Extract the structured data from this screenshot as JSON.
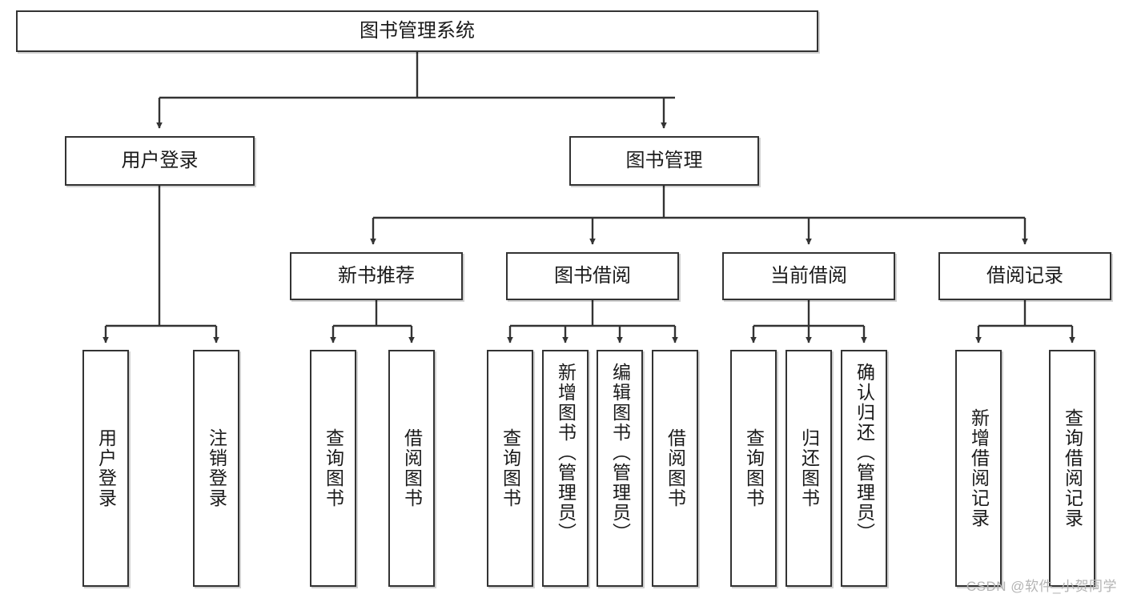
{
  "diagram": {
    "title": "图书管理系统",
    "type": "tree-hierarchy",
    "stroke_color": "#333333",
    "background_color": "#ffffff",
    "text_color": "#1a1a1a"
  },
  "root": {
    "label": "图书管理系统"
  },
  "level2": [
    {
      "label": "用户登录"
    },
    {
      "label": "图书管理"
    }
  ],
  "level3": [
    {
      "label": "新书推荐"
    },
    {
      "label": "图书借阅"
    },
    {
      "label": "当前借阅"
    },
    {
      "label": "借阅记录"
    }
  ],
  "leaves": {
    "user_login": [
      {
        "label": "用户登录"
      },
      {
        "label": "注销登录"
      }
    ],
    "new_book": [
      {
        "label": "查询图书"
      },
      {
        "label": "借阅图书"
      }
    ],
    "book_borrow": [
      {
        "label": "查询图书"
      },
      {
        "label": "新增图书（管理员）"
      },
      {
        "label": "编辑图书（管理员）"
      },
      {
        "label": "借阅图书"
      }
    ],
    "current_borrow": [
      {
        "label": "查询图书"
      },
      {
        "label": "归还图书"
      },
      {
        "label": "确认归还（管理员）"
      }
    ],
    "borrow_record": [
      {
        "label": "新增借阅记录"
      },
      {
        "label": "查询借阅记录"
      }
    ]
  },
  "watermark": {
    "text": "CSDN @软件_小贺同学"
  }
}
